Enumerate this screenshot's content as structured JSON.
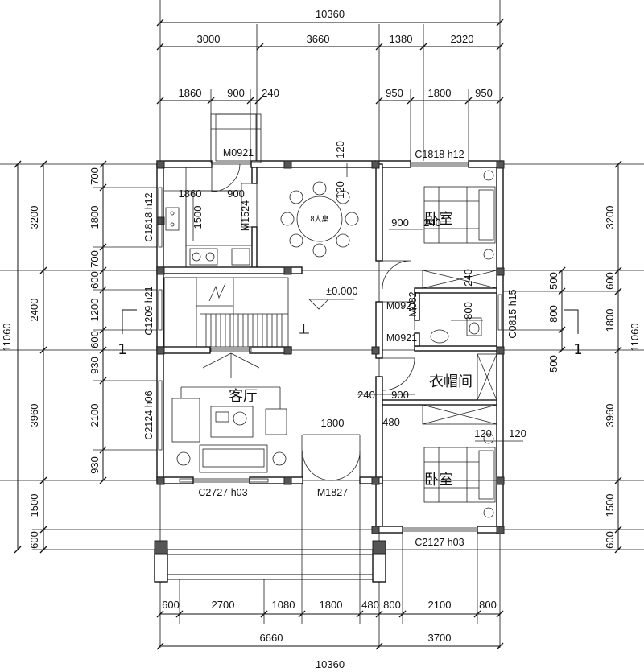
{
  "top_dims": {
    "overall": "10360",
    "row2": [
      "3000",
      "3660",
      "1380",
      "2320"
    ],
    "row3_left": [
      "1860",
      "900",
      "240"
    ],
    "row3_right": [
      "950",
      "1800",
      "950"
    ]
  },
  "bottom_dims": {
    "row1": [
      "600",
      "2700",
      "1080",
      "1800",
      "480",
      "800",
      "2100",
      "800"
    ],
    "row2": [
      "6660",
      "3700"
    ],
    "overall": "10360"
  },
  "left_dims": {
    "overall": "11060",
    "row1": [
      "3200",
      "2400",
      "3960",
      "1500",
      "600"
    ],
    "row2": [
      "700",
      "1800",
      "700",
      "600",
      "1200",
      "600",
      "930",
      "2100",
      "930"
    ]
  },
  "right_dims": {
    "overall": "11060",
    "row1": [
      "3200",
      "600",
      "1800",
      "3960",
      "1500",
      "600"
    ],
    "row2": [
      "500",
      "800",
      "500"
    ]
  },
  "rooms": {
    "living": "客厅",
    "bedroom_top": "卧室",
    "bedroom_bottom": "卧室",
    "cloakroom": "衣帽间"
  },
  "labels": {
    "m0921_top": "M0921",
    "c1818_top": "C1818 h12",
    "c1818_left": "C1818 h12",
    "m1524": "M1524",
    "c1209": "C1209 h21",
    "c2124": "C2124 h06",
    "c2727": "C2727 h03",
    "m1827": "M1827",
    "c2127": "C2127 h03",
    "c0815": "C0815 h15",
    "m0921_a": "M0921",
    "m0921_b": "M0921",
    "m0821": "M082",
    "level": "±0.000",
    "table": "8人桌",
    "stair_up": "上",
    "section_left": "1",
    "section_right": "1"
  },
  "inner_dims": {
    "kitchen_w1": "1860",
    "kitchen_w2": "900",
    "kitchen_h": "1500",
    "d120_top": "120",
    "d120_a": "120",
    "d1800": "1800",
    "d900_a": "900",
    "d240_a": "240",
    "d240_b": "240",
    "d800": "800",
    "d240_c": "240",
    "d900_b": "900",
    "d480": "480",
    "d120_b": "120",
    "d120_c": "120"
  }
}
